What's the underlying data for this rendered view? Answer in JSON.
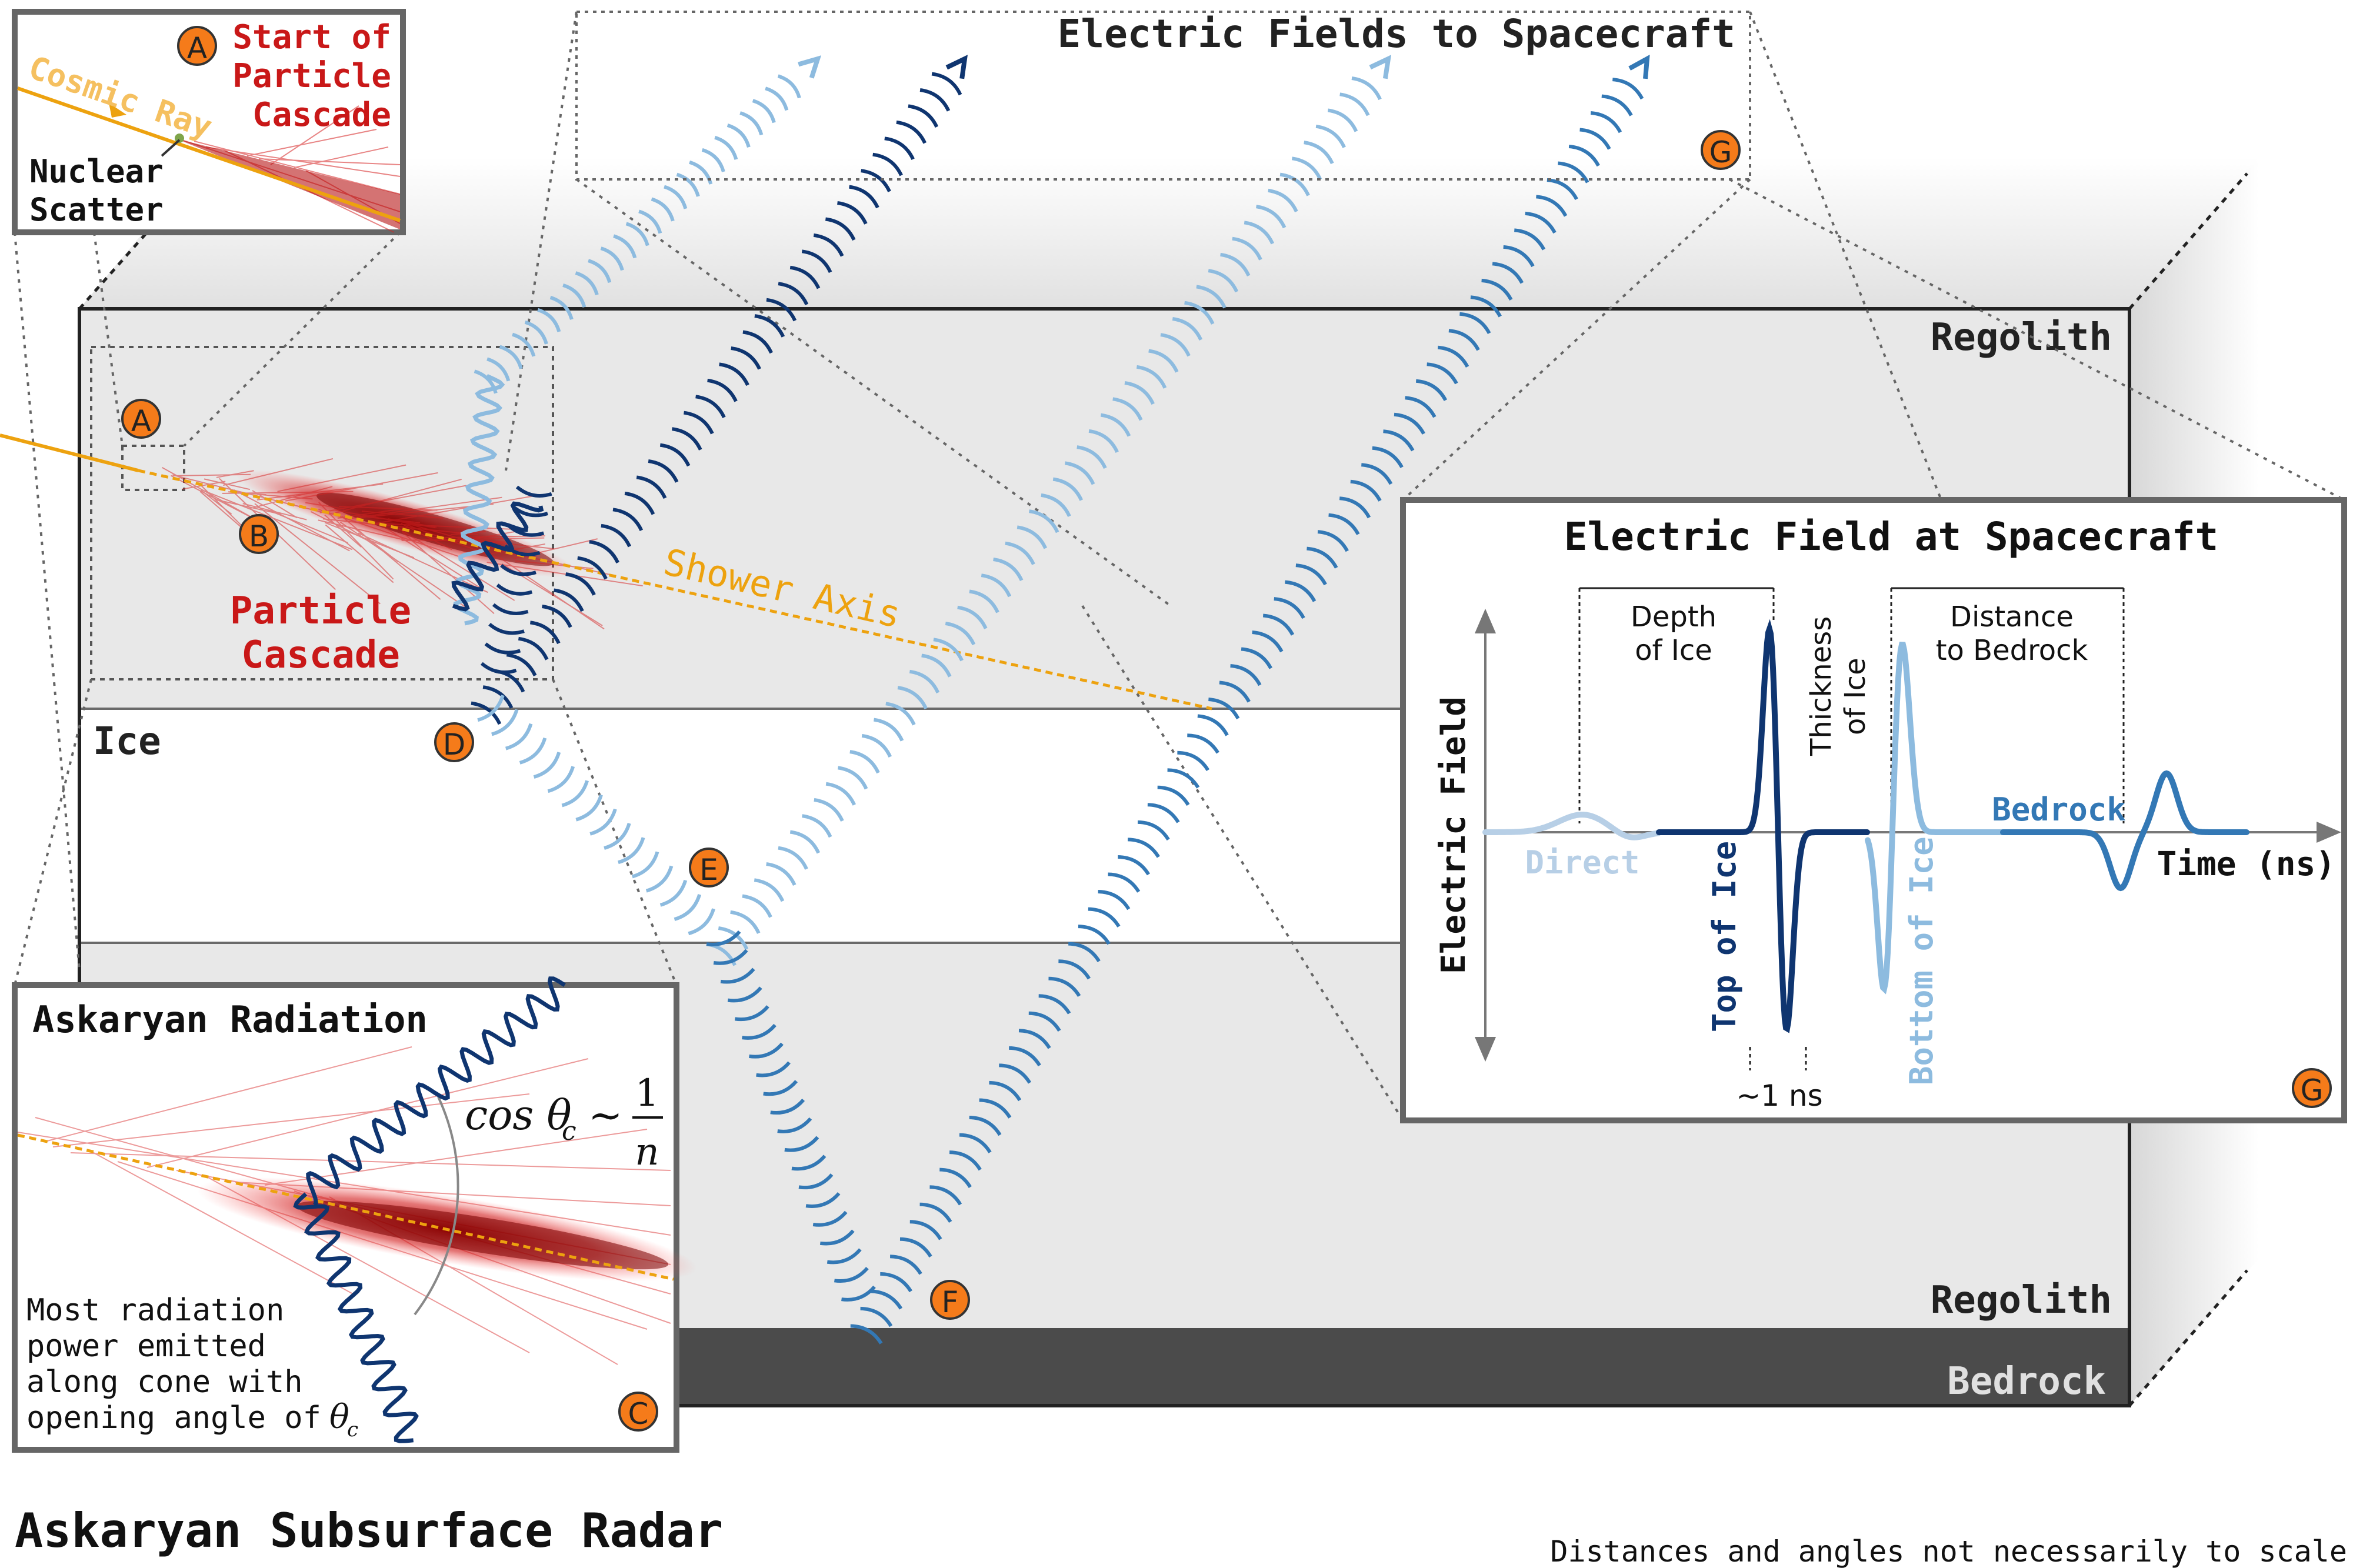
{
  "title": "Askaryan Subsurface Radar",
  "footnote": "Distances and angles not necessarily to scale",
  "top_box": {
    "title": "Electric Fields to Spacecraft",
    "badge": "G"
  },
  "layers": {
    "regolith_top": "Regolith",
    "ice": "Ice",
    "regolith_bottom": "Regolith",
    "bedrock": "Bedrock"
  },
  "main": {
    "shower_axis": "Shower Axis",
    "particle_cascade": [
      "Particle",
      "Cascade"
    ],
    "badges": {
      "A": "A",
      "B": "B",
      "D": "D",
      "E": "E",
      "F": "F"
    }
  },
  "inset_a": {
    "badge": "A",
    "title": [
      "Start of",
      "Particle",
      "Cascade"
    ],
    "cosmic_ray": "Cosmic Ray",
    "nuclear_scatter": [
      "Nuclear",
      "Scatter"
    ]
  },
  "inset_c": {
    "title": "Askaryan Radiation",
    "equation": {
      "lhs": "cos θ",
      "sub": "c",
      "rel": "~",
      "num": "1",
      "den": "n"
    },
    "caption": [
      "Most radiation",
      "power emitted",
      "along cone with",
      "opening angle of"
    ],
    "caption_symbol": "θ",
    "caption_sub": "c",
    "badge": "C"
  },
  "inset_g": {
    "title": "Electric Field at Spacecraft",
    "y_label": "Electric Field",
    "x_label": "Time (ns)",
    "annotations": {
      "depth_of_ice": [
        "Depth",
        "of Ice"
      ],
      "thickness_of_ice": [
        "Thickness",
        "of Ice"
      ],
      "distance_to_bedrock": [
        "Distance",
        "to Bedrock"
      ],
      "one_ns": "~1 ns"
    },
    "pulse_labels": {
      "direct": "Direct",
      "top_of_ice": "Top of Ice",
      "bottom_of_ice": "Bottom of Ice",
      "bedrock": "Bedrock"
    },
    "badge": "G"
  },
  "colors": {
    "dark_blue": "#0f3570",
    "mid_blue": "#3378b5",
    "light_blue": "#8dbbdf",
    "orange": "#f28e2b",
    "axis_orange": "#eda20f",
    "cascade_red": "#c91818",
    "regolith": "#e8e8e8",
    "bedrock": "#4b4b4b",
    "badge_fill": "#f57b1a"
  },
  "icons": [
    "badge-circle",
    "wave-arrow",
    "chevron-wave"
  ]
}
